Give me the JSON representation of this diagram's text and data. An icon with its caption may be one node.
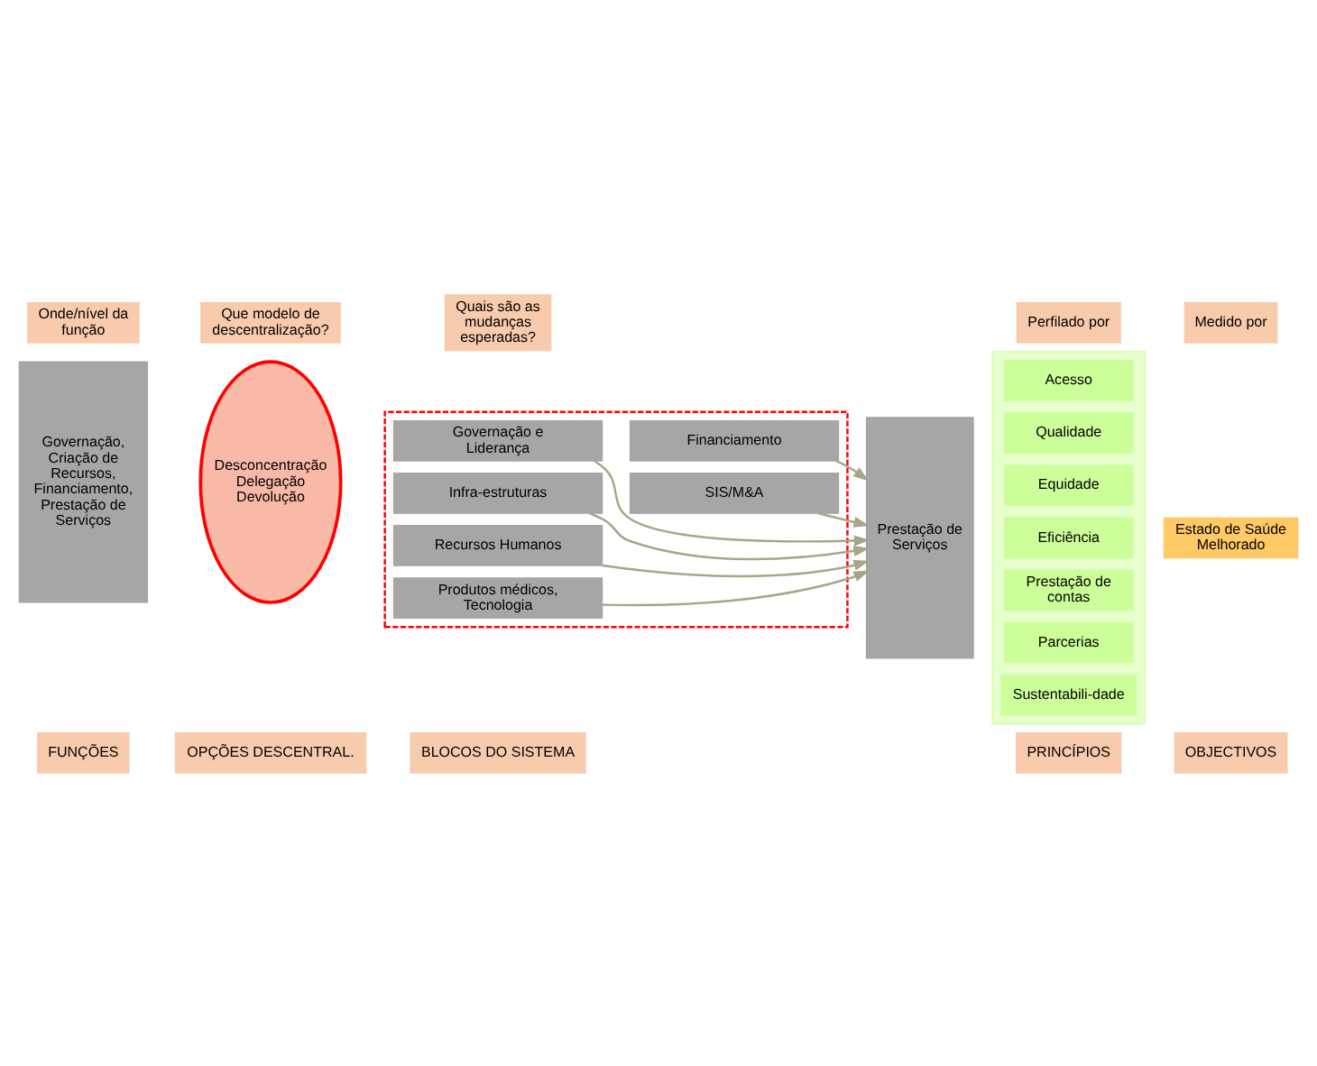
{
  "diagram": {
    "nodes": [
      {
        "text": [
          "FUNÇÕES"
        ]
      },
      {
        "text": [
          "OPÇÕES DESCENTRAL."
        ]
      },
      {
        "text": [
          "BLOCOS DO SISTEMA"
        ]
      },
      {
        "text": [
          "PRINCÍPIOS"
        ]
      },
      {
        "text": [
          "OBJECTIVOS"
        ]
      },
      {
        "text": [
          "Governação, Criação de Recursos, Financiamento, Prestação de Serviços"
        ]
      },
      {
        "text": [
          "Desconcentração Delegação Devolução"
        ]
      },
      {
        "text": [],
        "shape": "box"
      },
      {
        "text": [
          "Governação e Liderança"
        ],
        "in": 7
      },
      {
        "text": [
          "Infra-estruturas"
        ],
        "in": 7
      },
      {
        "text": [
          "Recursos Humanos"
        ],
        "in": 7
      },
      {
        "text": [
          "Produtos médicos, Tecnologia"
        ],
        "in": 7
      },
      {
        "text": [
          "Financiamento"
        ],
        "in": 7
      },
      {
        "text": [
          "SIS/M&A"
        ],
        "in": 7
      },
      {
        "text": [
          "Prestação de Serviços"
        ]
      },
      {
        "text": [],
        "shape": "arrow"
      },
      {
        "text": [
          "Acesso"
        ],
        "in": 15
      },
      {
        "text": [
          "Qualidade"
        ],
        "in": 15
      },
      {
        "text": [
          "Equidade"
        ],
        "in": 15
      },
      {
        "text": [
          "Eficiência"
        ],
        "in": 15
      },
      {
        "text": [
          "Prestação de contas"
        ],
        "in": 15
      },
      {
        "text": [
          "Parcerias"
        ],
        "in": 15
      },
      {
        "text": [
          "Sustentabili-dade"
        ],
        "in": 15
      },
      {
        "text": [
          "Estado de Saúde Melhorado"
        ]
      },
      {
        "text": [
          "Onde/nível da função"
        ]
      },
      {
        "text": [
          "Que modelo de descentralização?"
        ]
      },
      {
        "text": [
          "Quais são as mudanças esperadas?"
        ]
      },
      {
        "text": [
          "Perfilado por"
        ]
      },
      {
        "text": [
          "Medido por"
        ]
      }
    ],
    "edges": [
      {
        "from": 8,
        "to": 14,
        "arrow": "to"
      },
      {
        "from": 9,
        "to": 14,
        "arrow": "to"
      },
      {
        "from": 10,
        "to": 14,
        "arrow": "to"
      },
      {
        "from": 11,
        "to": 14,
        "arrow": "to"
      },
      {
        "from": 12,
        "to": 14,
        "arrow": "to"
      },
      {
        "from": 13,
        "to": 14,
        "arrow": "to"
      }
    ]
  }
}
